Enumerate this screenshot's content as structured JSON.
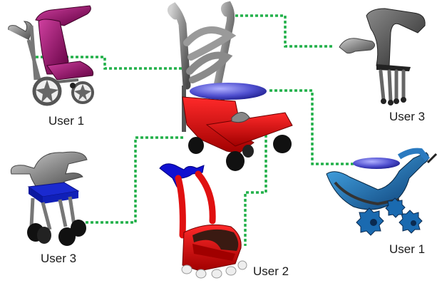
{
  "labels": {
    "top_left": "User 1",
    "top_right": "User 3",
    "bottom_left": "User 3",
    "bottom_middle": "User 2",
    "bottom_right": "User 1"
  },
  "colors": {
    "connector": "#22b04a",
    "seat_red": "#d40000",
    "seat_purple": "#a0106a",
    "cushion_blue": "#5a5ad8",
    "base_blue": "#1a2ad0",
    "handle_blue": "#1010d0",
    "gear_blue": "#1a6ab0",
    "frame_gray": "#8a8a8a",
    "wheel_black": "#111111"
  },
  "icons": [
    "center-walker-icon",
    "purple-wheelchair-icon",
    "gray-armrest-frame-icon",
    "blue-seat-walker-icon",
    "red-seat-walker-icon",
    "blue-gear-frame-icon"
  ]
}
